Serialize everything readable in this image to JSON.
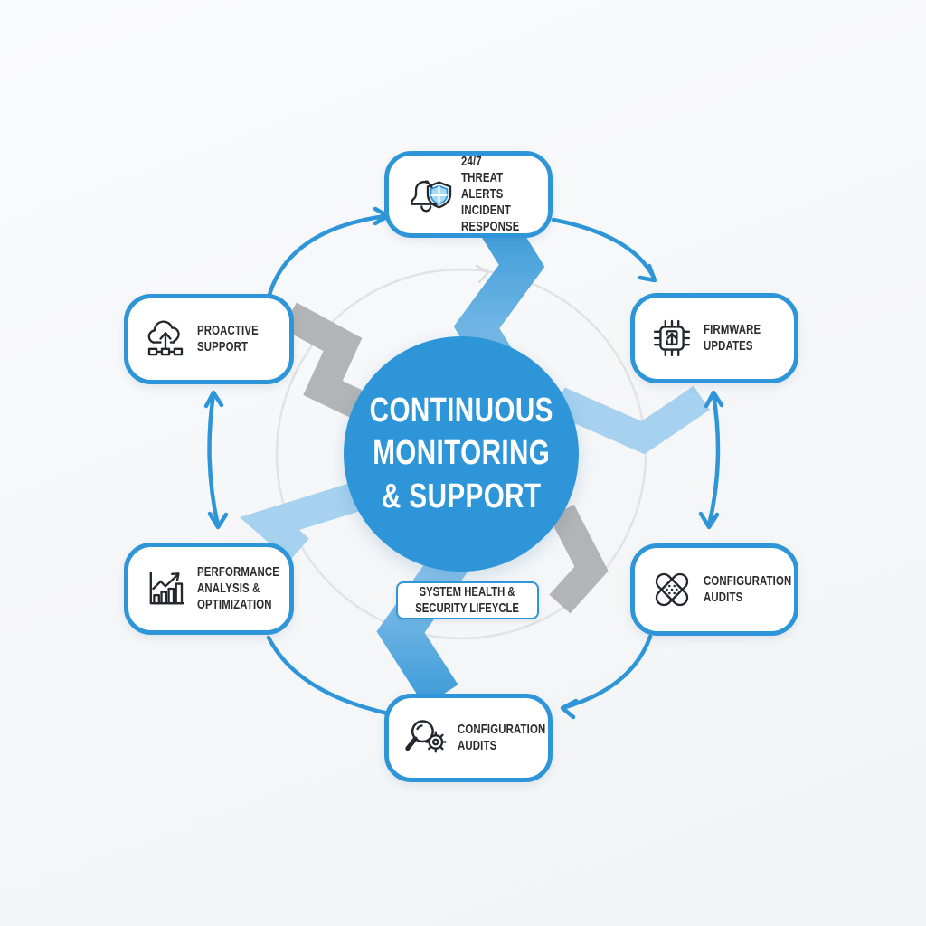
{
  "diagram": {
    "center": {
      "title": "CONTINUOUS\nMONITORING\n& SUPPORT"
    },
    "caption": {
      "text": "SYSTEM HEALTH &\nSECURITY LIFEYCLE"
    },
    "nodes": [
      {
        "id": "threat-alerts",
        "label": "24/7 THREAT ALERTS\nINCIDENT\nRESPONSE",
        "icon": "bell-shield-icon"
      },
      {
        "id": "firmware-updates",
        "label": "FIRMWARE\nUPDATES",
        "icon": "chip-update-icon"
      },
      {
        "id": "configuration-audits-right",
        "label": "CONFIGURATION\nAUDITS",
        "icon": "patch-icon"
      },
      {
        "id": "configuration-audits-bottom",
        "label": "CONFIGURATION\nAUDITS",
        "icon": "search-gear-icon"
      },
      {
        "id": "performance-analysis",
        "label": "PERFORMANCE\nANALYSIS &\nOPTIMIZATION",
        "icon": "growth-chart-icon"
      },
      {
        "id": "proactive-support",
        "label": "PROACTIVE\nSUPPORT",
        "icon": "cloud-network-icon"
      }
    ],
    "colors": {
      "primary_blue": "#2e96d8",
      "ribbon_blue_dark": "#3f9cd9",
      "ribbon_blue_light": "#a6d2ef",
      "ribbon_gray": "#b3b4b5",
      "background": "#f7f8f9",
      "text": "#2b2b2b",
      "faint_arc": "#e0e2e4"
    }
  }
}
